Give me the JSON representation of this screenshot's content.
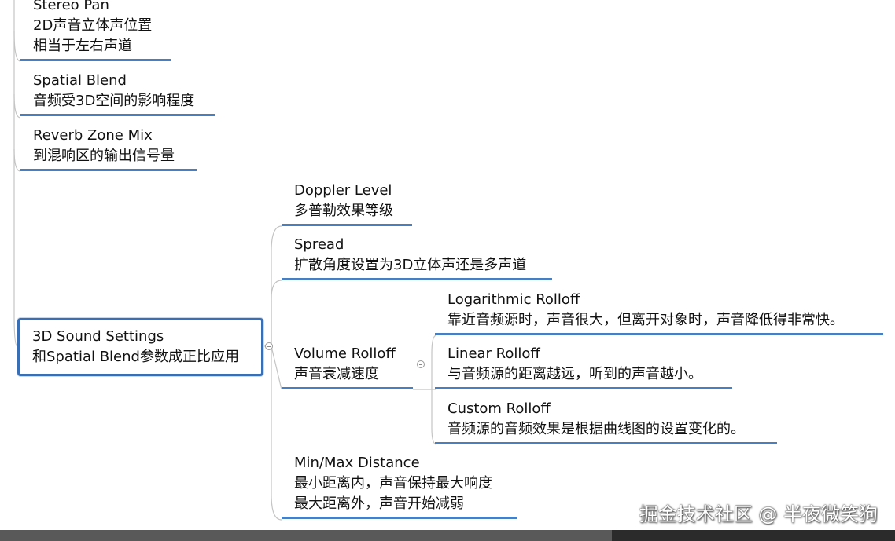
{
  "nodes": {
    "stereo_pan": {
      "title": "Stereo Pan",
      "desc1": "2D声音立体声位置",
      "desc2": "相当于左右声道"
    },
    "spatial_blend": {
      "title": "Spatial Blend",
      "desc": "音频受3D空间的影响程度"
    },
    "reverb_zone_mix": {
      "title": "Reverb Zone Mix",
      "desc": "到混响区的输出信号量"
    },
    "sound_settings_3d": {
      "title": "3D Sound Settings",
      "desc": "和Spatial Blend参数成正比应用"
    },
    "doppler_level": {
      "title": "Doppler Level",
      "desc": "多普勒效果等级"
    },
    "spread": {
      "title": "Spread",
      "desc": "扩散角度设置为3D立体声还是多声道"
    },
    "volume_rolloff": {
      "title": "Volume Rolloff",
      "desc": "声音衰减速度"
    },
    "logarithmic_rolloff": {
      "title": "Logarithmic Rolloff",
      "desc": "靠近音频源时，声音很大，但离开对象时，声音降低得非常快。"
    },
    "linear_rolloff": {
      "title": "Linear Rolloff",
      "desc": "与音频源的距离越远，听到的声音越小。"
    },
    "custom_rolloff": {
      "title": "Custom Rolloff",
      "desc": "音频源的音频效果是根据曲线图的设置变化的。"
    },
    "min_max_distance": {
      "title": "Min/Max Distance",
      "desc1": "最小距离内，声音保持最大响度",
      "desc2": "最大距离外，声音开始减弱"
    }
  },
  "watermark": "掘金技术社区 @ 半夜微笑狗",
  "colors": {
    "underline": "#4a7fbf",
    "selected_border": "#3b6fb4",
    "connector": "#c4c4c4",
    "bottom_bar": "#595959"
  }
}
